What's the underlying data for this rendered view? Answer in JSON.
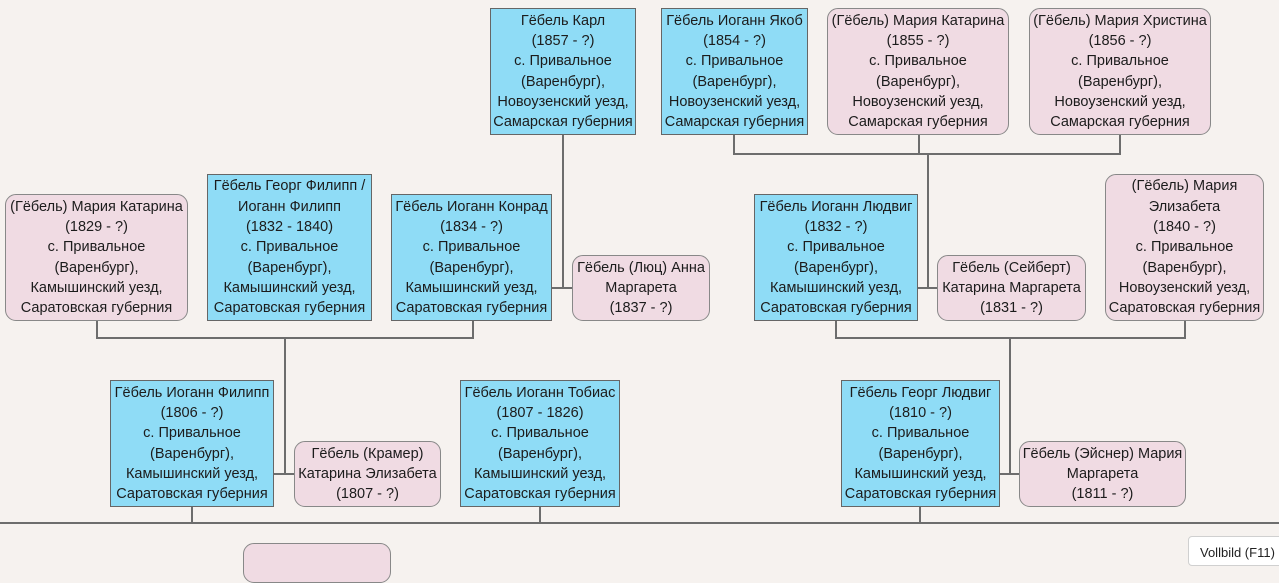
{
  "people": [
    {
      "id": "karl",
      "name": "Гёбель Карл",
      "dates": "(1857 - ?)",
      "place": [
        "с. Привальное",
        "(Варенбург),",
        "Новоузенский уезд,",
        "Самарская губерния"
      ],
      "sex": "male"
    },
    {
      "id": "ioann-yakob",
      "name": "Гёбель Иоганн Якоб",
      "dates": "(1854 - ?)",
      "place": [
        "с. Привальное",
        "(Варенбург),",
        "Новоузенский уезд,",
        "Самарская губерния"
      ],
      "sex": "male"
    },
    {
      "id": "maria-katarina-1855",
      "name": "(Гёбель) Мария Катарина",
      "dates": "(1855 - ?)",
      "place": [
        "с. Привальное",
        "(Варенбург),",
        "Новоузенский уезд,",
        "Самарская губерния"
      ],
      "sex": "female"
    },
    {
      "id": "maria-khristina",
      "name": "(Гёбель) Мария Христина",
      "dates": "(1856 - ?)",
      "place": [
        "с. Привальное",
        "(Варенбург),",
        "Новоузенский уезд,",
        "Самарская губерния"
      ],
      "sex": "female"
    },
    {
      "id": "maria-katarina-1829",
      "name": "(Гёбель) Мария Катарина",
      "dates": "(1829 - ?)",
      "place": [
        "с. Привальное",
        "(Варенбург),",
        "Камышинский уезд,",
        "Саратовская губерния"
      ],
      "sex": "female"
    },
    {
      "id": "georg-filipp",
      "name": "Гёбель Георг Филипп /",
      "name2": "Иоганн Филипп",
      "dates": "(1832 - 1840)",
      "place": [
        "с. Привальное",
        "(Варенбург),",
        "Камышинский уезд,",
        "Саратовская губерния"
      ],
      "sex": "male"
    },
    {
      "id": "ioann-konrad",
      "name": "Гёбель Иоганн Конрад",
      "dates": "(1834 - ?)",
      "place": [
        "с. Привальное",
        "(Варенбург),",
        "Камышинский уезд,",
        "Саратовская губерния"
      ],
      "sex": "male"
    },
    {
      "id": "anna-margareta",
      "name": "Гёбель (Люц) Анна",
      "name2": "Маргарета",
      "dates": "(1837 - ?)",
      "place": [],
      "sex": "female"
    },
    {
      "id": "ioann-lyudvig",
      "name": "Гёбель Иоганн Людвиг",
      "dates": "(1832 - ?)",
      "place": [
        "с. Привальное",
        "(Варенбург),",
        "Камышинский уезд,",
        "Саратовская губерния"
      ],
      "sex": "male"
    },
    {
      "id": "katarina-margareta",
      "name": "Гёбель (Сейберт)",
      "name2": "Катарина Маргарета",
      "dates": "(1831 - ?)",
      "place": [],
      "sex": "female"
    },
    {
      "id": "maria-elizabeta",
      "name": "(Гёбель) Мария",
      "name2": "Элизабета",
      "dates": "(1840 - ?)",
      "place": [
        "с. Привальное",
        "(Варенбург),",
        "Новоузенский уезд,",
        "Саратовская губерния"
      ],
      "sex": "female"
    },
    {
      "id": "ioann-filipp",
      "name": "Гёбель Иоганн Филипп",
      "dates": "(1806 - ?)",
      "place": [
        "с. Привальное",
        "(Варенбург),",
        "Камышинский уезд,",
        "Саратовская губерния"
      ],
      "sex": "male"
    },
    {
      "id": "katarina-elizabeta",
      "name": "Гёбель (Крамер)",
      "name2": "Катарина Элизабета",
      "dates": "(1807 - ?)",
      "place": [],
      "sex": "female"
    },
    {
      "id": "ioann-tobias",
      "name": "Гёбель Иоганн Тобиас",
      "dates": "(1807 - 1826)",
      "place": [
        "с. Привальное",
        "(Варенбург),",
        "Камышинский уезд,",
        "Саратовская губерния"
      ],
      "sex": "male"
    },
    {
      "id": "georg-lyudvig",
      "name": "Гёбель Георг Людвиг",
      "dates": "(1810 - ?)",
      "place": [
        "с. Привальное",
        "(Варенбург),",
        "Камышинский уезд,",
        "Саратовская губерния"
      ],
      "sex": "male"
    },
    {
      "id": "maria-margareta",
      "name": "Гёбель (Эйснер) Мария",
      "name2": "Маргарета",
      "dates": "(1811 - ?)",
      "place": [],
      "sex": "female"
    }
  ],
  "statusbar": {
    "label": "Vollbild (F11)"
  }
}
